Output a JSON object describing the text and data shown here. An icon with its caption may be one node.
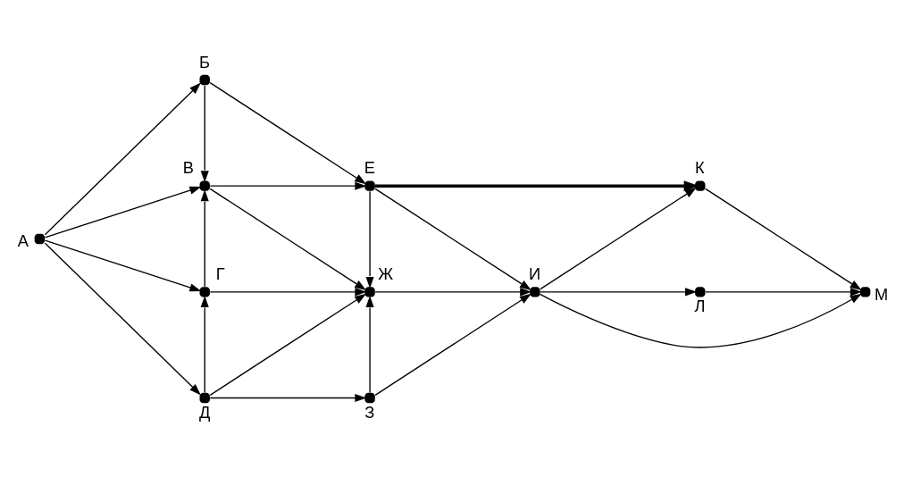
{
  "diagram": {
    "nodes": [
      {
        "text": [],
        "shape": "dot",
        "beside": [
          "А"
        ]
      },
      {
        "text": [],
        "shape": "dot",
        "beside": [
          "Б"
        ]
      },
      {
        "text": [],
        "shape": "dot",
        "beside": [
          "В"
        ]
      },
      {
        "text": [],
        "shape": "dot",
        "beside": [
          "Г"
        ]
      },
      {
        "text": [],
        "shape": "dot",
        "beside": [
          "Д"
        ]
      },
      {
        "text": [],
        "shape": "dot",
        "beside": [
          "Е"
        ]
      },
      {
        "text": [],
        "shape": "dot",
        "beside": [
          "Ж"
        ]
      },
      {
        "text": [],
        "shape": "dot",
        "beside": [
          "З"
        ]
      },
      {
        "text": [],
        "shape": "dot",
        "beside": [
          "И"
        ]
      },
      {
        "text": [],
        "shape": "dot",
        "beside": [
          "К"
        ]
      },
      {
        "text": [],
        "shape": "dot",
        "beside": [
          "Л"
        ]
      },
      {
        "text": [],
        "shape": "dot",
        "beside": [
          "М"
        ]
      }
    ],
    "edges": [
      {
        "from": 0,
        "to": 1,
        "arrow": "to"
      },
      {
        "from": 0,
        "to": 2,
        "arrow": "to"
      },
      {
        "from": 0,
        "to": 3,
        "arrow": "to"
      },
      {
        "from": 0,
        "to": 4,
        "arrow": "to"
      },
      {
        "from": 1,
        "to": 2,
        "arrow": "to"
      },
      {
        "from": 1,
        "to": 5,
        "arrow": "to"
      },
      {
        "from": 2,
        "to": 5,
        "arrow": "to"
      },
      {
        "from": 2,
        "to": 6,
        "arrow": "to"
      },
      {
        "from": 3,
        "to": 2,
        "arrow": "to"
      },
      {
        "from": 3,
        "to": 6,
        "arrow": "to"
      },
      {
        "from": 4,
        "to": 3,
        "arrow": "to"
      },
      {
        "from": 4,
        "to": 6,
        "arrow": "to"
      },
      {
        "from": 4,
        "to": 7,
        "arrow": "to"
      },
      {
        "from": 5,
        "to": 6,
        "arrow": "to"
      },
      {
        "from": 5,
        "to": 8,
        "arrow": "to"
      },
      {
        "from": 5,
        "to": 9,
        "arrow": "to",
        "style": "thick"
      },
      {
        "from": 6,
        "to": 8,
        "arrow": "to"
      },
      {
        "from": 7,
        "to": 6,
        "arrow": "to"
      },
      {
        "from": 7,
        "to": 8,
        "arrow": "to"
      },
      {
        "from": 8,
        "to": 9,
        "arrow": "to"
      },
      {
        "from": 8,
        "to": 10,
        "arrow": "to"
      },
      {
        "from": 8,
        "to": 11,
        "arrow": "to"
      },
      {
        "from": 9,
        "to": 11,
        "arrow": "to"
      },
      {
        "from": 10,
        "to": 11,
        "arrow": "to"
      }
    ]
  }
}
